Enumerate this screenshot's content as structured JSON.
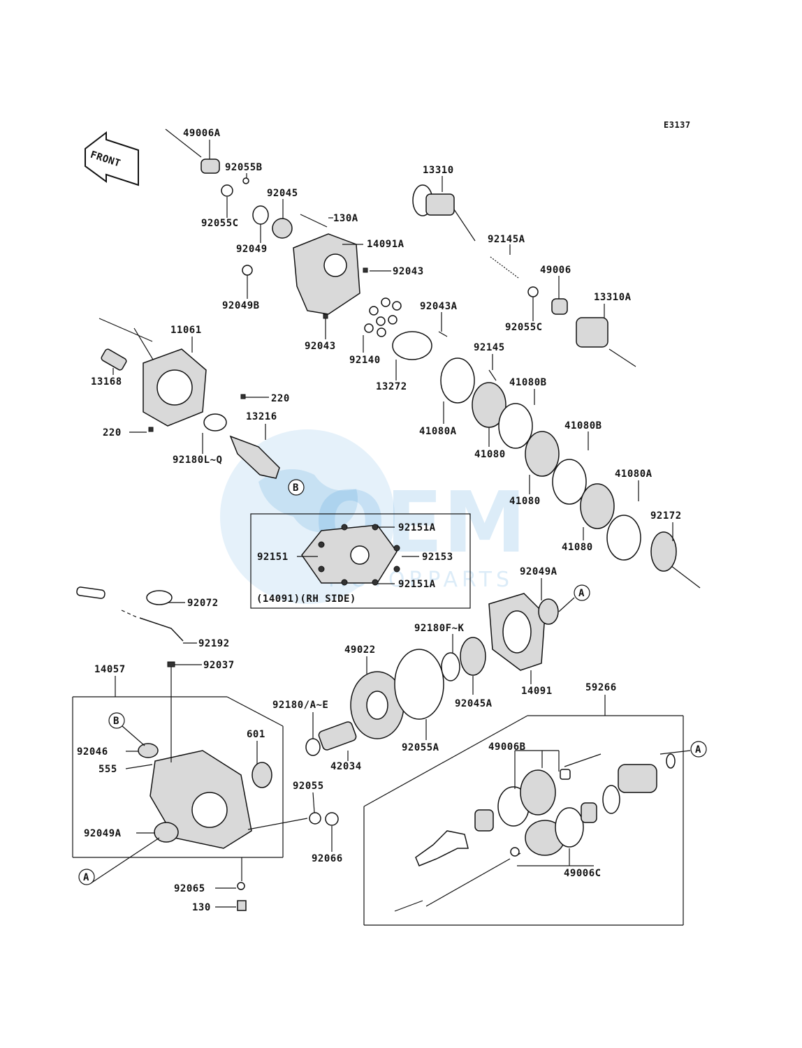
{
  "diagram_code": "E3137",
  "front_label": "FRONT",
  "watermark": {
    "logo": "OEM",
    "sub": "MOTORPARTS"
  },
  "inset": {
    "caption": "(14091)(RH SIDE)",
    "labels": [
      "92151A",
      "92151",
      "92153",
      "92151A"
    ]
  },
  "callouts": {
    "A": "A",
    "B": "B"
  },
  "parts": [
    "49006A",
    "92055B",
    "92055C",
    "92045",
    "130A",
    "92049",
    "14091A",
    "92043",
    "92049B",
    "92043",
    "13310",
    "92145A",
    "49006",
    "13310A",
    "92055C",
    "92043A",
    "92140",
    "13272",
    "92145",
    "41080B",
    "41080A",
    "41080",
    "41080B",
    "41080",
    "41080A",
    "41080",
    "92172",
    "11061",
    "13168",
    "220",
    "220",
    "13216",
    "92180L~Q",
    "92072",
    "92192",
    "92037",
    "14057",
    "92046",
    "555",
    "92049A",
    "92065",
    "130",
    "92180/A~E",
    "601",
    "42034",
    "49022",
    "92055A",
    "92055",
    "92066",
    "92180F~K",
    "92045A",
    "92049A",
    "14091",
    "59266",
    "49006B",
    "49006C"
  ]
}
